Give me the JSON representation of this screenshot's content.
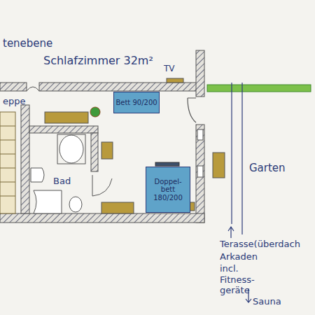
{
  "diagram": {
    "nodes": [
      {
        "text": [
          "Bett 90/200"
        ]
      },
      {
        "text": [
          "Doppel- bett 180/200"
        ]
      }
    ],
    "labels": [
      "tenebene",
      "Schlafzimmer 32m²",
      "TV",
      "eppe",
      "Bad",
      "Garten",
      "Terasse(überdach",
      "Arkaden",
      "incl.",
      "Fitness- geräte",
      "Sauna"
    ]
  }
}
